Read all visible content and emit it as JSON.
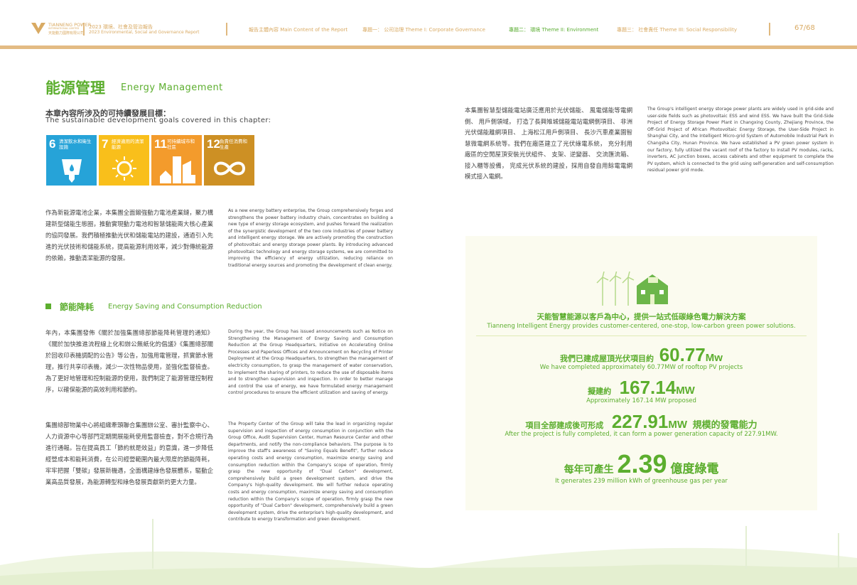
{
  "header": {
    "logo_en": "TIANNENG POWER",
    "logo_en2": "INTERNATIONAL LIMITED",
    "logo_cn": "天能動力國際有限公司",
    "report_cn": "2023 環境、社會及管治報告",
    "report_en": "2023 Environmental, Social and Governance Report",
    "nav": [
      {
        "label": "報告主體內容  Main Content of the Report"
      },
      {
        "label": "專題一：  公司治理   Theme I: Corporate  Governance"
      },
      {
        "label": "專題二：  環境  Theme II: Environment"
      },
      {
        "label": "專題三：  社會責任   Theme III: Social Responsibility"
      }
    ],
    "page": "67/68"
  },
  "title": {
    "cn": "能源管理",
    "en": "Energy Management"
  },
  "sdg_heading": {
    "cn": "本章內容所涉及的可持續發展目標：",
    "en": "The sustainable development goals covered in this chapter:"
  },
  "sdgs": [
    {
      "num": "6",
      "label": "清潔飲水和衛生設施",
      "color": "#26a3d8"
    },
    {
      "num": "7",
      "label": "經濟適用的清潔能源",
      "color": "#f9bf1b"
    },
    {
      "num": "11",
      "label": "可持續城市和社區",
      "color": "#f39b2c"
    },
    {
      "num": "12",
      "label": "負責任消費和生產",
      "color": "#cd9024"
    }
  ],
  "intro": {
    "cn": "作為新能源電池企業，本集團全面鍛強動力電池產業鏈，聚力構建新型儲能生態圈，推動實現動力電池和智慧儲能兩大核心產業的協同發展。我們積極推動光伏和儲能電站的建設，通過引入先進的光伏技術和儲能系統，提高能源利用效率，減少對傳統能源的依賴，推動清潔能源的發展。",
    "en": "As a new energy battery enterprise, the Group comprehensively forges and strengthens the power battery industry chain, concentrates on building a new type of energy storage ecosystem, and pushes forward the realization of the synergistic development of the two core industries of power battery and intelligent energy storage. We are actively promoting the construction of photovoltaic and energy storage power plants. By introducing advanced photovoltaic technology and energy storage systems, we are committed to improving the efficiency of energy utilization, reducing reliance on traditional energy sources and promoting the development of clean energy."
  },
  "section": {
    "cn": "節能降耗",
    "en": "Energy Saving and Consumption Reduction"
  },
  "para1": {
    "cn": "年內，本集團發佈《關於加強集團總部節能降耗管理的通知》《關於加快推進流程線上化和辦公無紙化的倡議》《集團總部關於回收印表機調配的公告》等公告，加強用電管理，抓實節水管理，推行共享印表機，減少一次性物品使用，並強化監督檢查。為了更好地管理和控制能源的使用，我們制定了能源管理控制程序，以確保能源的高效利用和節約。",
    "en": "During the year, the Group has issued announcements such as Notice on Strengthening the Management of Energy Saving and Consumption Reduction at the Group Headquarters, Initiative on Accelerating Online Processes and Paperless Offices and Announcement on Recycling of Printer Deployment at the Group Headquarters, to strengthen the management of electricity consumption, to grasp the management of water conservation, to implement the sharing of printers, to reduce the use of disposable items and to strengthen supervision and inspection. In order to better manage and control the use of energy, we have formulated energy management control procedures to ensure the efficient utilization and saving of energy."
  },
  "para2": {
    "cn": "集團總部物業中心將組織牽頭聯合集團辦公室、審計監察中心、人力資源中心等部門定期開展能耗使用監督檢查，對不合規行為進行通報。旨在提高員工「節約就是效益」的意識，進一步降低經營成本和能耗消費，在公司經營範圍內最大限度的節能降耗，牢牢把握「雙碳」發展新機遇，全面構建綠色發展體系，驅動企業高品質發展，為能源轉型和綠色發展貢獻新的更大力量。",
    "en": "The Property Center of the Group will take the lead in organizing regular supervision and inspection of energy consumption in conjunction with the Group Office, Audit Supervision Center, Human Resource Center and other departments, and notify the non-compliance behaviors. The purpose is to improve the staff's awareness of \"Saving Equals Benefit\", further reduce operating costs and energy consumption, maximize energy saving and consumption reduction within the Company's scope of operation, firmly grasp the new opportunity of \"Dual Carbon\" development, comprehensively build a green development system, and drive the Company's high-quality development. We will further reduce operating costs and energy consumption, maximize energy saving and consumption reduction within the Company's scope of operation, firmly grasp the new opportunity of \"Dual Carbon\" development, comprehensively build a green development system, drive the enterprise's high-quality development, and contribute to energy transformation and green development."
  },
  "para3": {
    "cn": "本集團智慧型儲能電站廣泛應用於光伏儲能、 風電儲能等電網側、 用戶側領域， 打造了長興雉城儲能電站電網側項目、 非洲光伏儲能離網項目、 上海松江用戶側項目、 長沙汽車產業園智慧微電網系統等。我們在廠區建立了光伏綠電系統， 充分利用廠區的空閒屋頂安裝光伏組件、 支架、逆變器、 交流匯流箱、 接入櫃等設備， 完成光伏系統的建設，採用自發自用餘電電網模式接入電網。",
    "en": "The Group's intelligent energy storage power plants are widely used in grid-side and user-side fields such as photovoltaic ESS and wind ESS. We have built the Grid-Side Project of Energy Storage Power Plant in Changxing County, Zhejiang Province, the Off-Grid Project of African Photovoltaic Energy Storage, the User-Side Project in Shanghai City, and the Intelligent Micro-grid System of Automobile Industrial Park in Changsha City, Hunan Province. We have established a PV green power system in our factory, fully utilized the vacant roof of the factory to install PV modules, racks, inverters, AC junction boxes, access cabinets and other equipment to complete the PV system, which is connected to the grid using self-generation and self-consumption residual power grid mode."
  },
  "panel": {
    "headline_cn": "天能智慧能源以客戶為中心，提供一站式低碳綠色電力解決方案",
    "headline_en": "Tianneng Intelligent Energy provides customer-centered, one-stop, low-carbon green power solutions.",
    "s1": {
      "pre": "我們已建成屋頂光伏項目約",
      "num": "60.77",
      "unit": "Mw",
      "en": "We have completed approximately 60.77MW of rooftop PV projects"
    },
    "s2": {
      "pre": "擬建約",
      "num": "167.14",
      "unit": "MW",
      "en": "Approximately 167.14 MW proposed"
    },
    "s3": {
      "pre": "項目全部建成後可形成",
      "num": "227.91",
      "unit": "MW",
      "post": "規模的發電能力",
      "en": "After the project is fully completed, it can form a power generation capacity of 227.91MW."
    },
    "s4": {
      "pre": "每年可產生",
      "num": "2.39",
      "post": "億度綠電",
      "en": "It generates 239 million kWh of greenhouse gas per year"
    }
  },
  "colors": {
    "green": "#5cae2e",
    "gold": "#e3bb83"
  }
}
